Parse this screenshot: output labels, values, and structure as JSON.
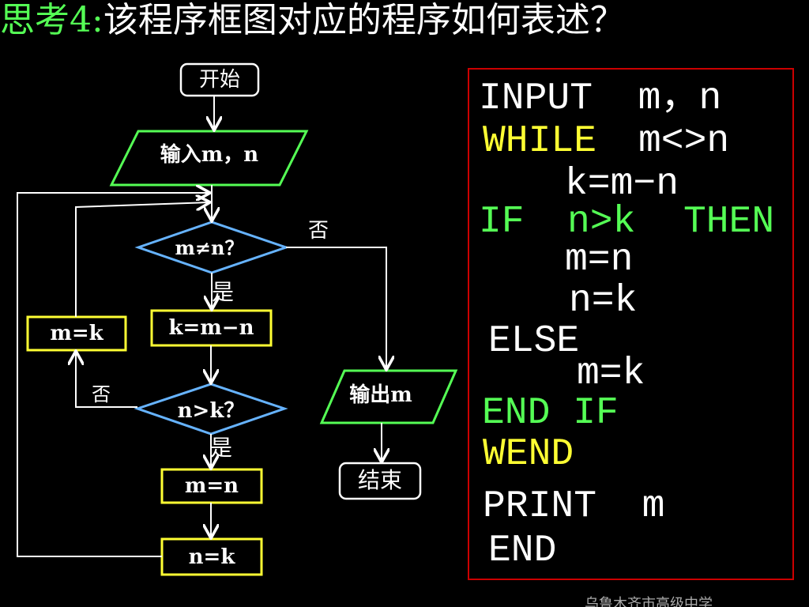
{
  "title": {
    "prefix": "思考4:",
    "text": "该程序框图对应的程序如何表述？"
  },
  "flowchart": {
    "start": "开始",
    "input": "输入m，n",
    "cond1": "m≠n？",
    "cond1_no": "否",
    "cond1_yes": "是",
    "step_k": "k=m−n",
    "step_m_eq_k": "m=k",
    "cond2": "n>k？",
    "cond2_no": "否",
    "cond2_yes": "是",
    "step_m_eq_n": "m=n",
    "step_n_eq_k": "n=k",
    "output": "输出m",
    "end": "结束"
  },
  "code": {
    "line1": "INPUT  m，n",
    "line2a": "WHILE",
    "line2b": "m<>n",
    "line3": "k=m−n",
    "line4a": "IF",
    "line4b": "n>k",
    "line4c": "THEN",
    "line5": "m=n",
    "line6": "n=k",
    "line7": "ELSE",
    "line8": "m=k",
    "line9": "END IF",
    "line10": "WEND",
    "line11": "PRINT  m",
    "line12": "END"
  },
  "footer": {
    "school": "乌鲁木齐市高级中学"
  },
  "colors": {
    "background": "#000000",
    "green": "#55ff55",
    "yellow": "#ffff33",
    "blue": "#66b3ff",
    "red_border": "#cc0000"
  }
}
